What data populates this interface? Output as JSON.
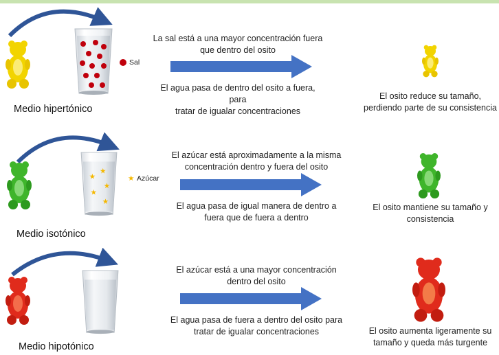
{
  "rows": [
    {
      "medium": "Medio hipertónico",
      "solute": "Sal",
      "line1": "La sal está a una mayor concentración fuera",
      "line2": "que dentro del osito",
      "line3": "El agua pasa de dentro del osito a fuera, para",
      "line4": "tratar de igualar concentraciones",
      "result1": "El osito reduce su tamaño,",
      "result2": "perdiendo parte de su consistencia"
    },
    {
      "medium": "Medio isotónico",
      "solute": "Azúcar",
      "line1": "El azúcar está aproximadamente a la misma",
      "line2": "concentración  dentro y fuera del osito",
      "line3": "El agua pasa de igual manera de dentro a",
      "line4": "fuera que de fuera a dentro",
      "result1": "El osito mantiene su tamaño y",
      "result2": "consistencia"
    },
    {
      "medium": "Medio hipotónico",
      "line1": "El azúcar está a una mayor concentración",
      "line2": "dentro del osito",
      "line3": "El agua pasa de fuera a dentro del osito para",
      "line4": "tratar de igualar concentraciones",
      "result1": "El osito aumenta ligeramente su",
      "result2": "tamaño y queda más turgente"
    }
  ],
  "colors": {
    "arrow_blue": "#4472c4",
    "salt_red": "#c0000c",
    "star_yellow": "#f5b800",
    "bear_yellow": "#f2d400",
    "bear_green": "#3fb52b",
    "bear_red": "#e02b1c"
  }
}
